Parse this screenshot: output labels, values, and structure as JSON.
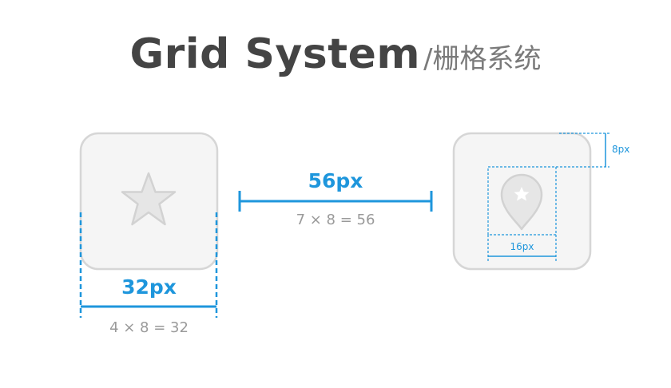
{
  "title": {
    "main": "Grid System",
    "separator": "/",
    "subtitle": "栅格系统"
  },
  "icon_size": {
    "value": "32px",
    "formula": "4 × 8 = 32"
  },
  "icon_spacing": {
    "value": "56px",
    "formula": "7 × 8 = 56"
  },
  "padding_label": "8px",
  "inner_size_label": "16px",
  "icons": {
    "left_glyph": "star-icon",
    "right_glyph": "map-pin-icon"
  },
  "colors": {
    "accent": "#1e96dc",
    "title": "#444444",
    "muted": "#9a9a9a",
    "icon_border": "#d6d6d6",
    "icon_fill": "#f5f5f5",
    "glyph": "#e6e6e6"
  }
}
